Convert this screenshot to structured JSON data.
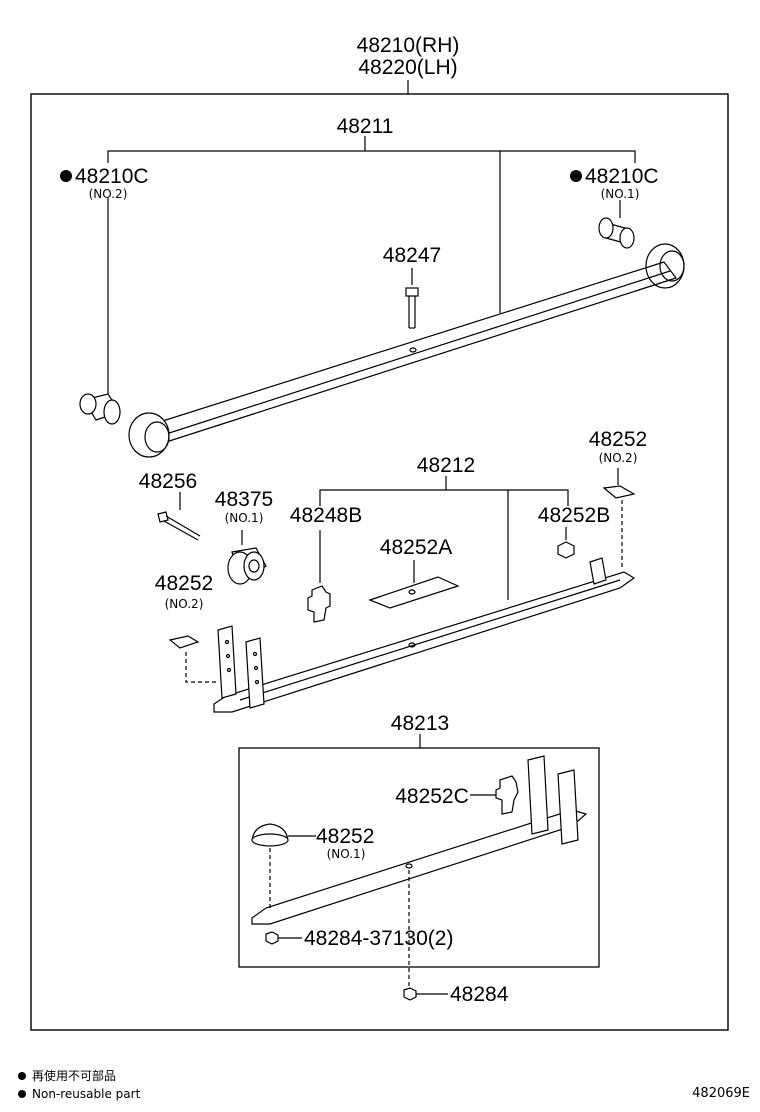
{
  "assembly": {
    "rh": "48210(RH)",
    "lh": "48220(LH)"
  },
  "parts": {
    "p48211": "48211",
    "p48210c_left": "48210C",
    "p48210c_left_sub": "(NO.2)",
    "p48210c_right": "48210C",
    "p48210c_right_sub": "(NO.1)",
    "p48247": "48247",
    "p48252_top": "48252",
    "p48252_top_sub": "(NO.2)",
    "p48212": "48212",
    "p48256": "48256",
    "p48375": "48375",
    "p48375_sub": "(NO.1)",
    "p48248b": "48248B",
    "p48252b": "48252B",
    "p48252a": "48252A",
    "p48252_left": "48252",
    "p48252_left_sub": "(NO.2)",
    "p48213": "48213",
    "p48252c": "48252C",
    "p48252_no1": "48252",
    "p48252_no1_sub": "(NO.1)",
    "p48284_37130": "48284-37130(2)",
    "p48284": "48284"
  },
  "legend": {
    "jp": "再使用不可部品",
    "en": "Non-reusable part"
  },
  "ref": "482069E"
}
